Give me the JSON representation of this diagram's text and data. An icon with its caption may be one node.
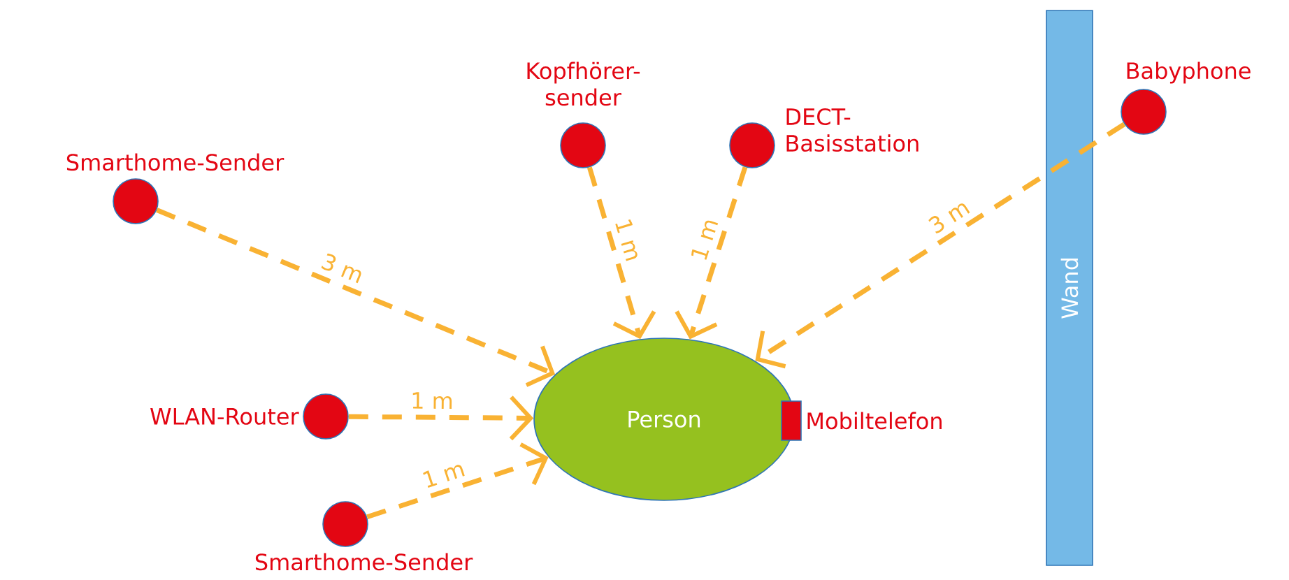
{
  "diagram": {
    "nodes": [
      {
        "text": [
          "Kopfhörer-sender"
        ]
      },
      {
        "text": [
          "DECT-Basisstation"
        ]
      },
      {
        "text": [
          "Babyphone"
        ]
      },
      {
        "text": [
          "Smarthome-Sender"
        ]
      },
      {
        "text": [
          "Person"
        ]
      },
      {
        "text": [
          "Mobiltelefon"
        ]
      },
      {
        "text": [
          "WLAN-Router"
        ]
      },
      {
        "text": [
          "Smarthome-Sender"
        ]
      }
    ],
    "edges": [
      {
        "from": 3,
        "to": 4,
        "arrow": "to",
        "label": "3 m",
        "style": "dashed"
      },
      {
        "from": 6,
        "to": 4,
        "arrow": "to",
        "label": "1 m",
        "style": "dashed"
      },
      {
        "from": 7,
        "to": 4,
        "arrow": "to",
        "label": "1 m",
        "style": "dashed"
      },
      {
        "from": 0,
        "to": 4,
        "arrow": "to",
        "label": "1 m",
        "style": "dashed"
      },
      {
        "from": 1,
        "to": 4,
        "arrow": "to",
        "label": "1 m",
        "style": "dashed"
      },
      {
        "from": 2,
        "to": 4,
        "arrow": "to",
        "label": "3 m",
        "style": "dashed"
      }
    ],
    "labels": [
      "Wand"
    ]
  }
}
